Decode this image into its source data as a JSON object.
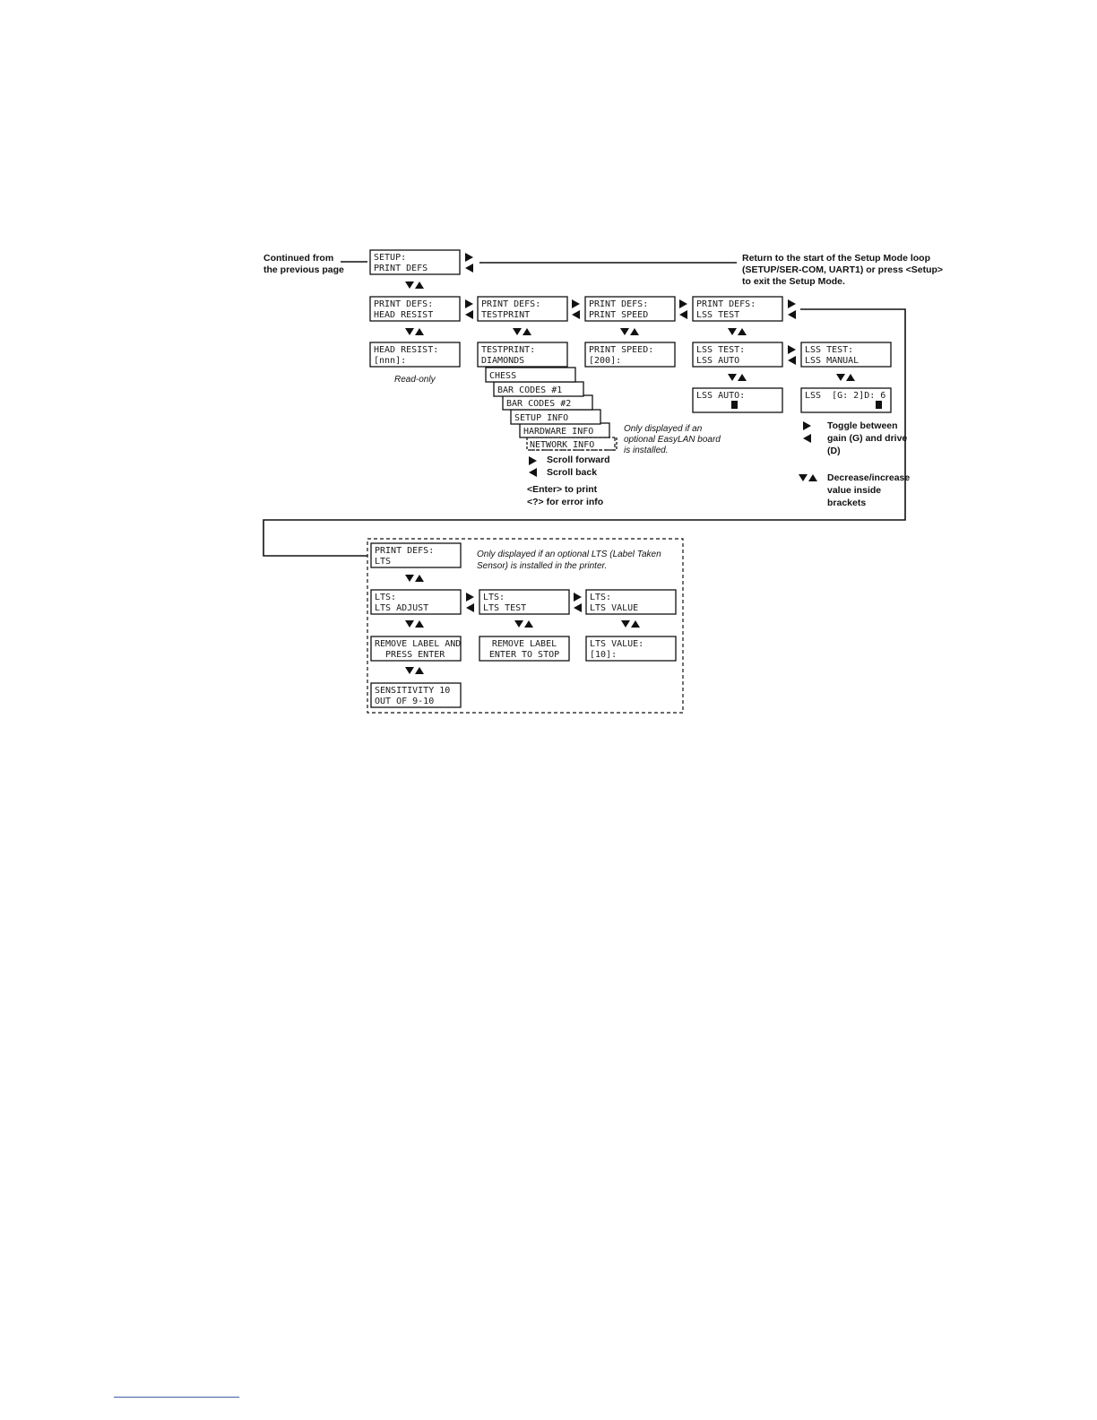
{
  "notes": {
    "continued": [
      "Continued from",
      "the previous page"
    ],
    "return": [
      "Return to the start of the Setup Mode loop",
      "(SETUP/SER-COM, UART1) or press <Setup>",
      "to exit the Setup Mode."
    ],
    "read_only": "Read-only",
    "easylan": [
      "Only displayed if an",
      "optional EasyLAN board",
      "is installed."
    ],
    "scroll_forward": "Scroll forward",
    "scroll_back": "Scroll back",
    "enter_print": "<Enter> to print",
    "error_info": "<?> for error info",
    "toggle": [
      "Toggle between",
      "gain (G) and drive",
      "(D)"
    ],
    "decrease": [
      "Decrease/increase",
      "value inside",
      "brackets"
    ],
    "lts_note": [
      "Only displayed if an optional LTS (Label Taken",
      "Sensor) is installed in the printer."
    ]
  },
  "screens": {
    "setup": [
      "SETUP:",
      "PRINT DEFS"
    ],
    "head_resist_menu": [
      "PRINT DEFS:",
      "HEAD RESIST"
    ],
    "testprint_menu": [
      "PRINT DEFS:",
      "TESTPRINT"
    ],
    "print_speed_menu": [
      "PRINT DEFS:",
      "PRINT SPEED"
    ],
    "lss_test_menu": [
      "PRINT DEFS:",
      "LSS TEST"
    ],
    "head_resist_value": [
      "HEAD RESIST:",
      "[nnn]:"
    ],
    "testprint_value": [
      "TESTPRINT:",
      "DIAMONDS"
    ],
    "print_speed_value": [
      "PRINT SPEED:",
      "[200]:"
    ],
    "lss_auto": [
      "LSS TEST:",
      "LSS AUTO"
    ],
    "lss_manual": [
      "LSS TEST:",
      "LSS MANUAL"
    ],
    "lss_auto_value": "LSS AUTO:",
    "lss_manual_value": "LSS  [G: 2]D: 6",
    "lts_menu": [
      "PRINT DEFS:",
      "LTS"
    ],
    "lts_adjust": [
      "LTS:",
      "LTS ADJUST"
    ],
    "lts_test": [
      "LTS:",
      "LTS TEST"
    ],
    "lts_value_menu": [
      "LTS:",
      "LTS VALUE"
    ],
    "remove_label_enter": [
      "REMOVE LABEL AND",
      "  PRESS ENTER"
    ],
    "remove_label_stop": [
      "REMOVE LABEL",
      "ENTER TO STOP"
    ],
    "lts_value": [
      "LTS VALUE:",
      "[10]:"
    ],
    "sensitivity": [
      "SENSITIVITY 10",
      "OUT OF 9-10"
    ]
  },
  "testprint_options": [
    "CHESS",
    "BAR CODES #1",
    "BAR CODES #2",
    "SETUP INFO",
    "HARDWARE INFO",
    "NETWORK INFO"
  ]
}
